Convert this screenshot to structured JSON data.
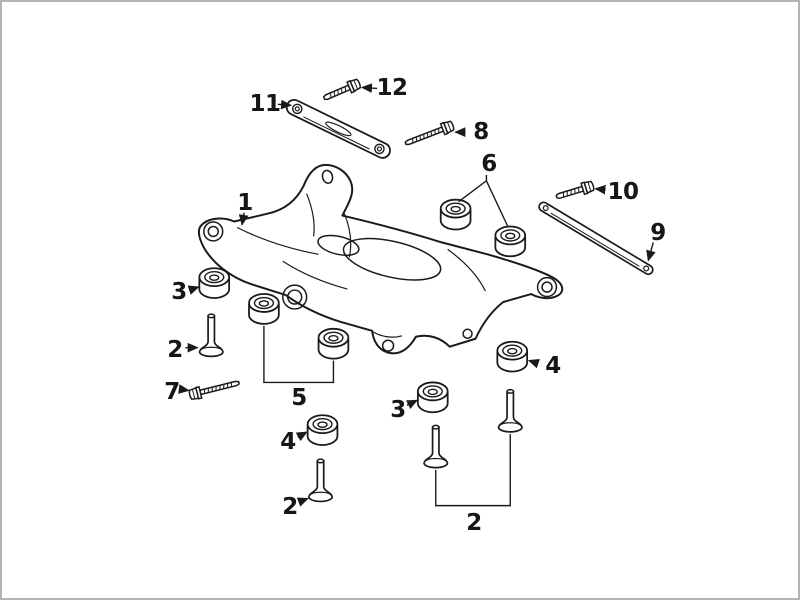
{
  "figure": {
    "kind": "exploded-parts-diagram",
    "colors": {
      "background": "#ffffff",
      "line": "#1a1a1a",
      "frame": "#b3b3b3",
      "label": "#161616"
    },
    "callouts": {
      "c12": "12",
      "c11": "11",
      "c8": "8",
      "c6": "6",
      "c10": "10",
      "c9": "9",
      "c1": "1",
      "c3_left": "3",
      "c2_left": "2",
      "c7": "7",
      "c5": "5",
      "c4_right": "4",
      "c3_bottom": "3",
      "c4_bottom": "4",
      "c2_bottom_left": "2",
      "c2_bottom": "2"
    }
  }
}
